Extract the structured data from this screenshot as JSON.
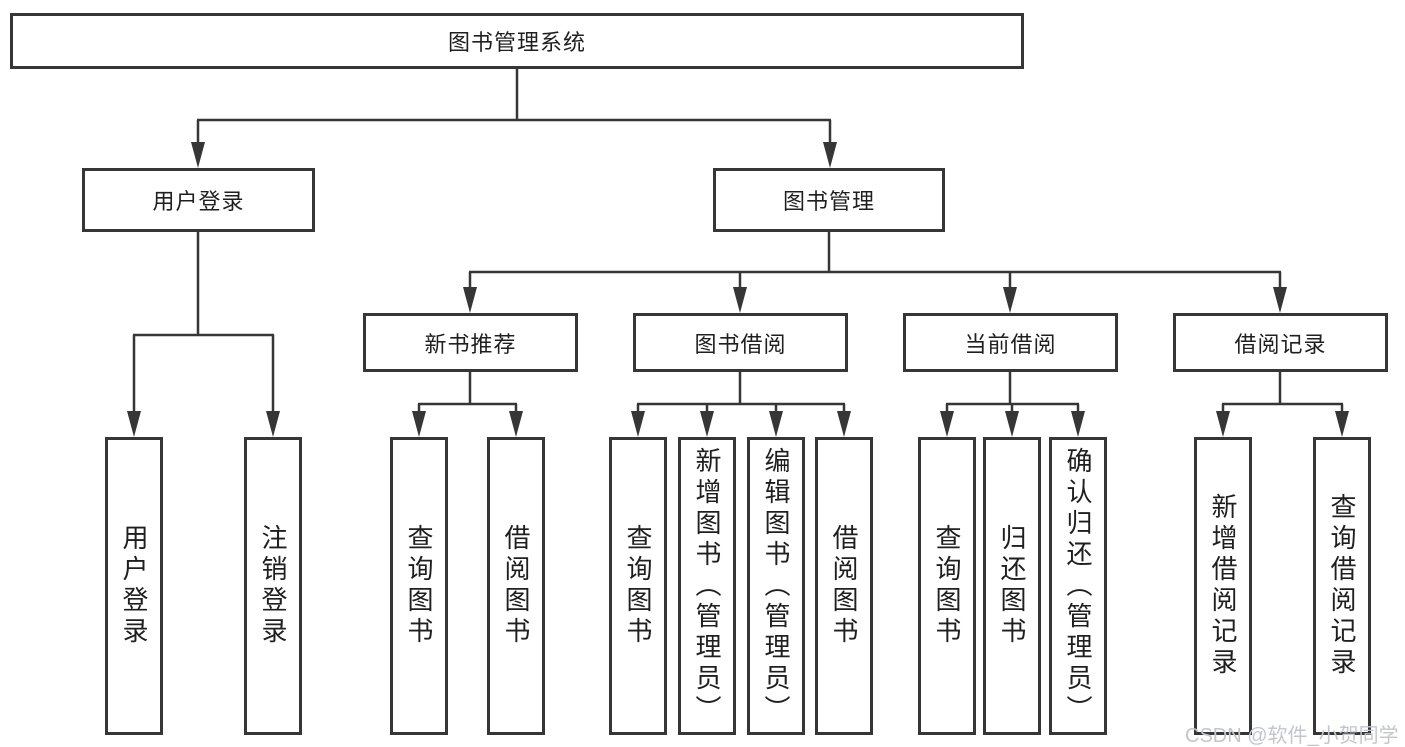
{
  "colors": {
    "line": "#363636",
    "text": "#1f1f1f",
    "watermark": "#c3c6cc"
  },
  "watermark": {
    "text": "CSDN @软件_小贺同学"
  },
  "tree": {
    "root": {
      "label": "图书管理系统",
      "children": [
        {
          "label": "用户登录",
          "children": [
            {
              "label": "用户登录"
            },
            {
              "label": "注销登录"
            }
          ]
        },
        {
          "label": "图书管理",
          "children": [
            {
              "label": "新书推荐",
              "children": [
                {
                  "label": "查询图书"
                },
                {
                  "label": "借阅图书"
                }
              ]
            },
            {
              "label": "图书借阅",
              "children": [
                {
                  "label": "查询图书"
                },
                {
                  "label": "新增图书（管理员）"
                },
                {
                  "label": "编辑图书（管理员）"
                },
                {
                  "label": "借阅图书"
                }
              ]
            },
            {
              "label": "当前借阅",
              "children": [
                {
                  "label": "查询图书"
                },
                {
                  "label": "归还图书"
                },
                {
                  "label": "确认归还（管理员）"
                }
              ]
            },
            {
              "label": "借阅记录",
              "children": [
                {
                  "label": "新增借阅记录"
                },
                {
                  "label": "查询借阅记录"
                }
              ]
            }
          ]
        }
      ]
    }
  }
}
